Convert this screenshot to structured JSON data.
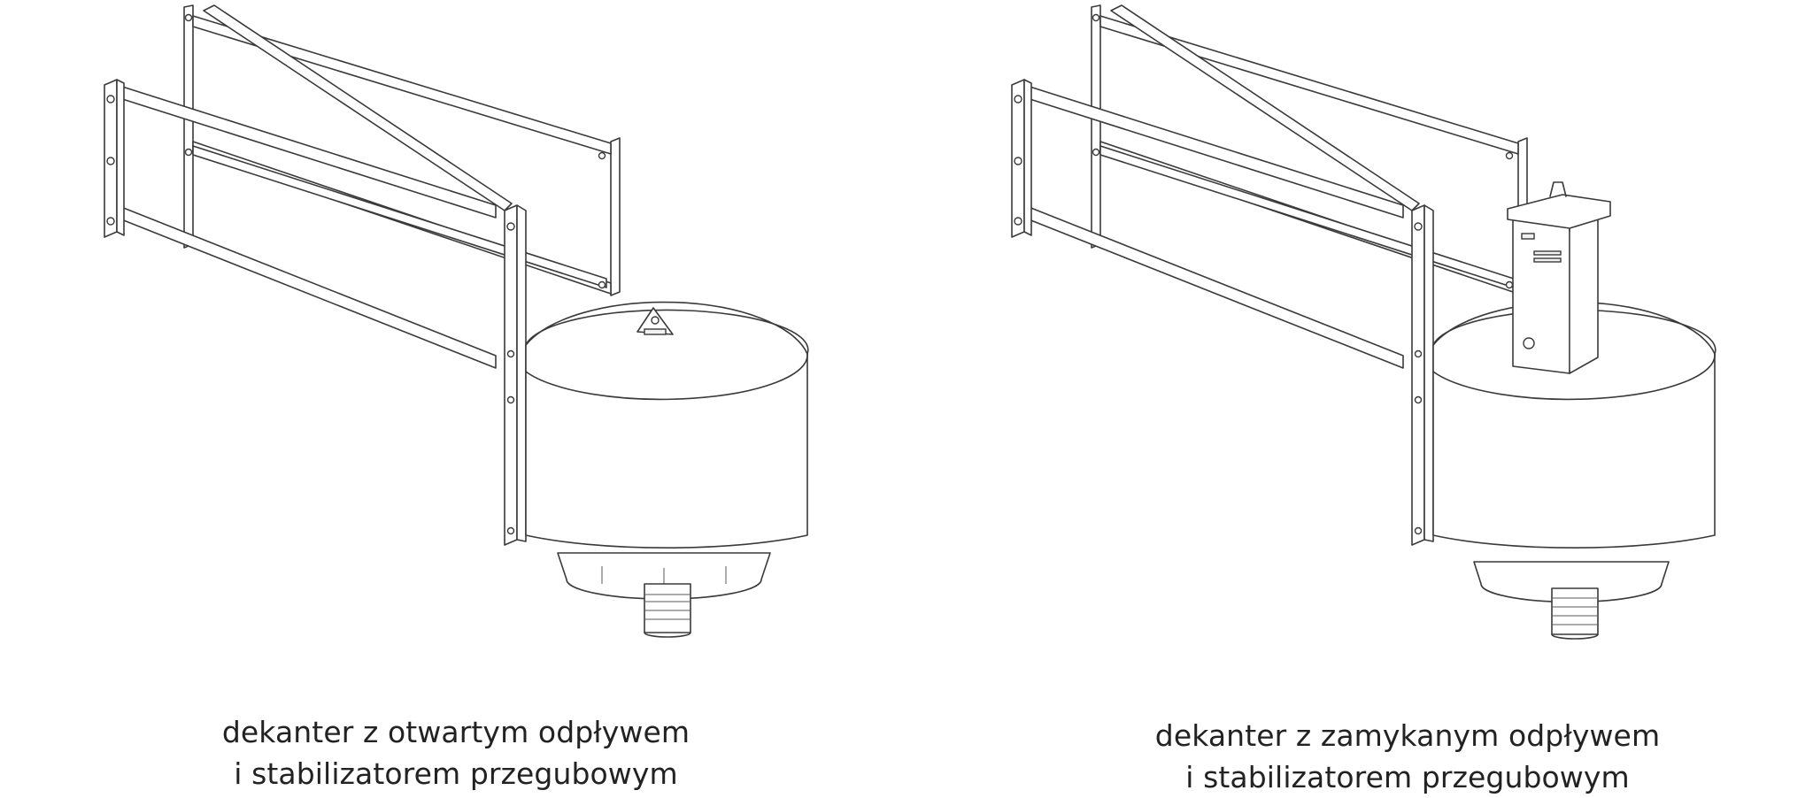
{
  "figures": [
    {
      "caption_line1": "dekanter z otwartym odpływem",
      "caption_line2": "i stabilizatorem przegubowym"
    },
    {
      "caption_line1": "dekanter z zamykanym odpływem",
      "caption_line2": "i stabilizatorem przegubowym"
    }
  ],
  "colors": {
    "line": "#3a3a3a",
    "background": "#ffffff",
    "caption": "#222222"
  }
}
